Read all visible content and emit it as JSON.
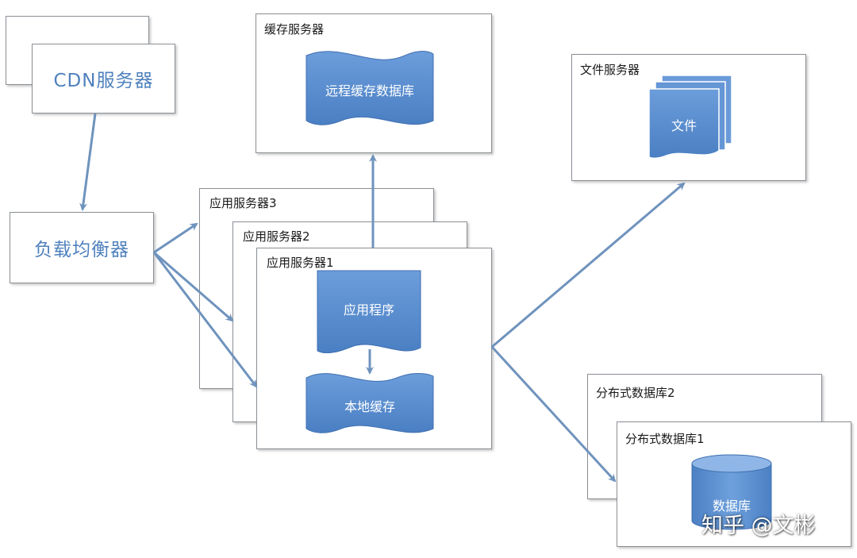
{
  "cdn_server": {
    "label": "CDN服务器"
  },
  "load_balancer": {
    "label": "负载均衡器"
  },
  "cache_server": {
    "title": "缓存服务器",
    "db_label": "远程缓存数据库"
  },
  "file_server": {
    "title": "文件服务器",
    "file_label": "文件"
  },
  "app_servers": {
    "server3_title": "应用服务器3",
    "server2_title": "应用服务器2",
    "server1_title": "应用服务器1",
    "program_label": "应用程序",
    "local_cache_label": "本地缓存"
  },
  "db_servers": {
    "db2_title": "分布式数据库2",
    "db1_title": "分布式数据库1",
    "db_label": "数据库"
  },
  "watermark": "知乎 @文彬",
  "colors": {
    "shape_fill": "#5b8fd0",
    "shape_fill_dark": "#3f6fb0",
    "arrow": "#6f93bd",
    "label_blue": "#4f81bd"
  }
}
